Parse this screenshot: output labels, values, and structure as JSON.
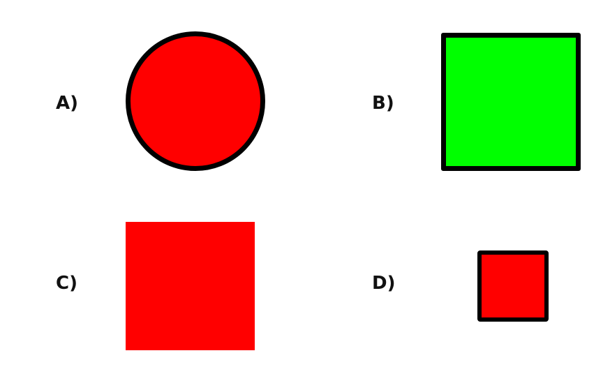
{
  "options": [
    {
      "label": "A)",
      "shape": "circle",
      "fill": "#ff0000",
      "outlined": true
    },
    {
      "label": "B)",
      "shape": "square",
      "fill": "#00ff00",
      "outlined": true
    },
    {
      "label": "C)",
      "shape": "square",
      "fill": "#ff0000",
      "outlined": false
    },
    {
      "label": "D)",
      "shape": "square",
      "fill": "#ff0000",
      "outlined": true
    }
  ],
  "colors": {
    "red": "#ff0000",
    "green": "#00ff00",
    "outline": "#000000",
    "background": "#ffffff"
  }
}
